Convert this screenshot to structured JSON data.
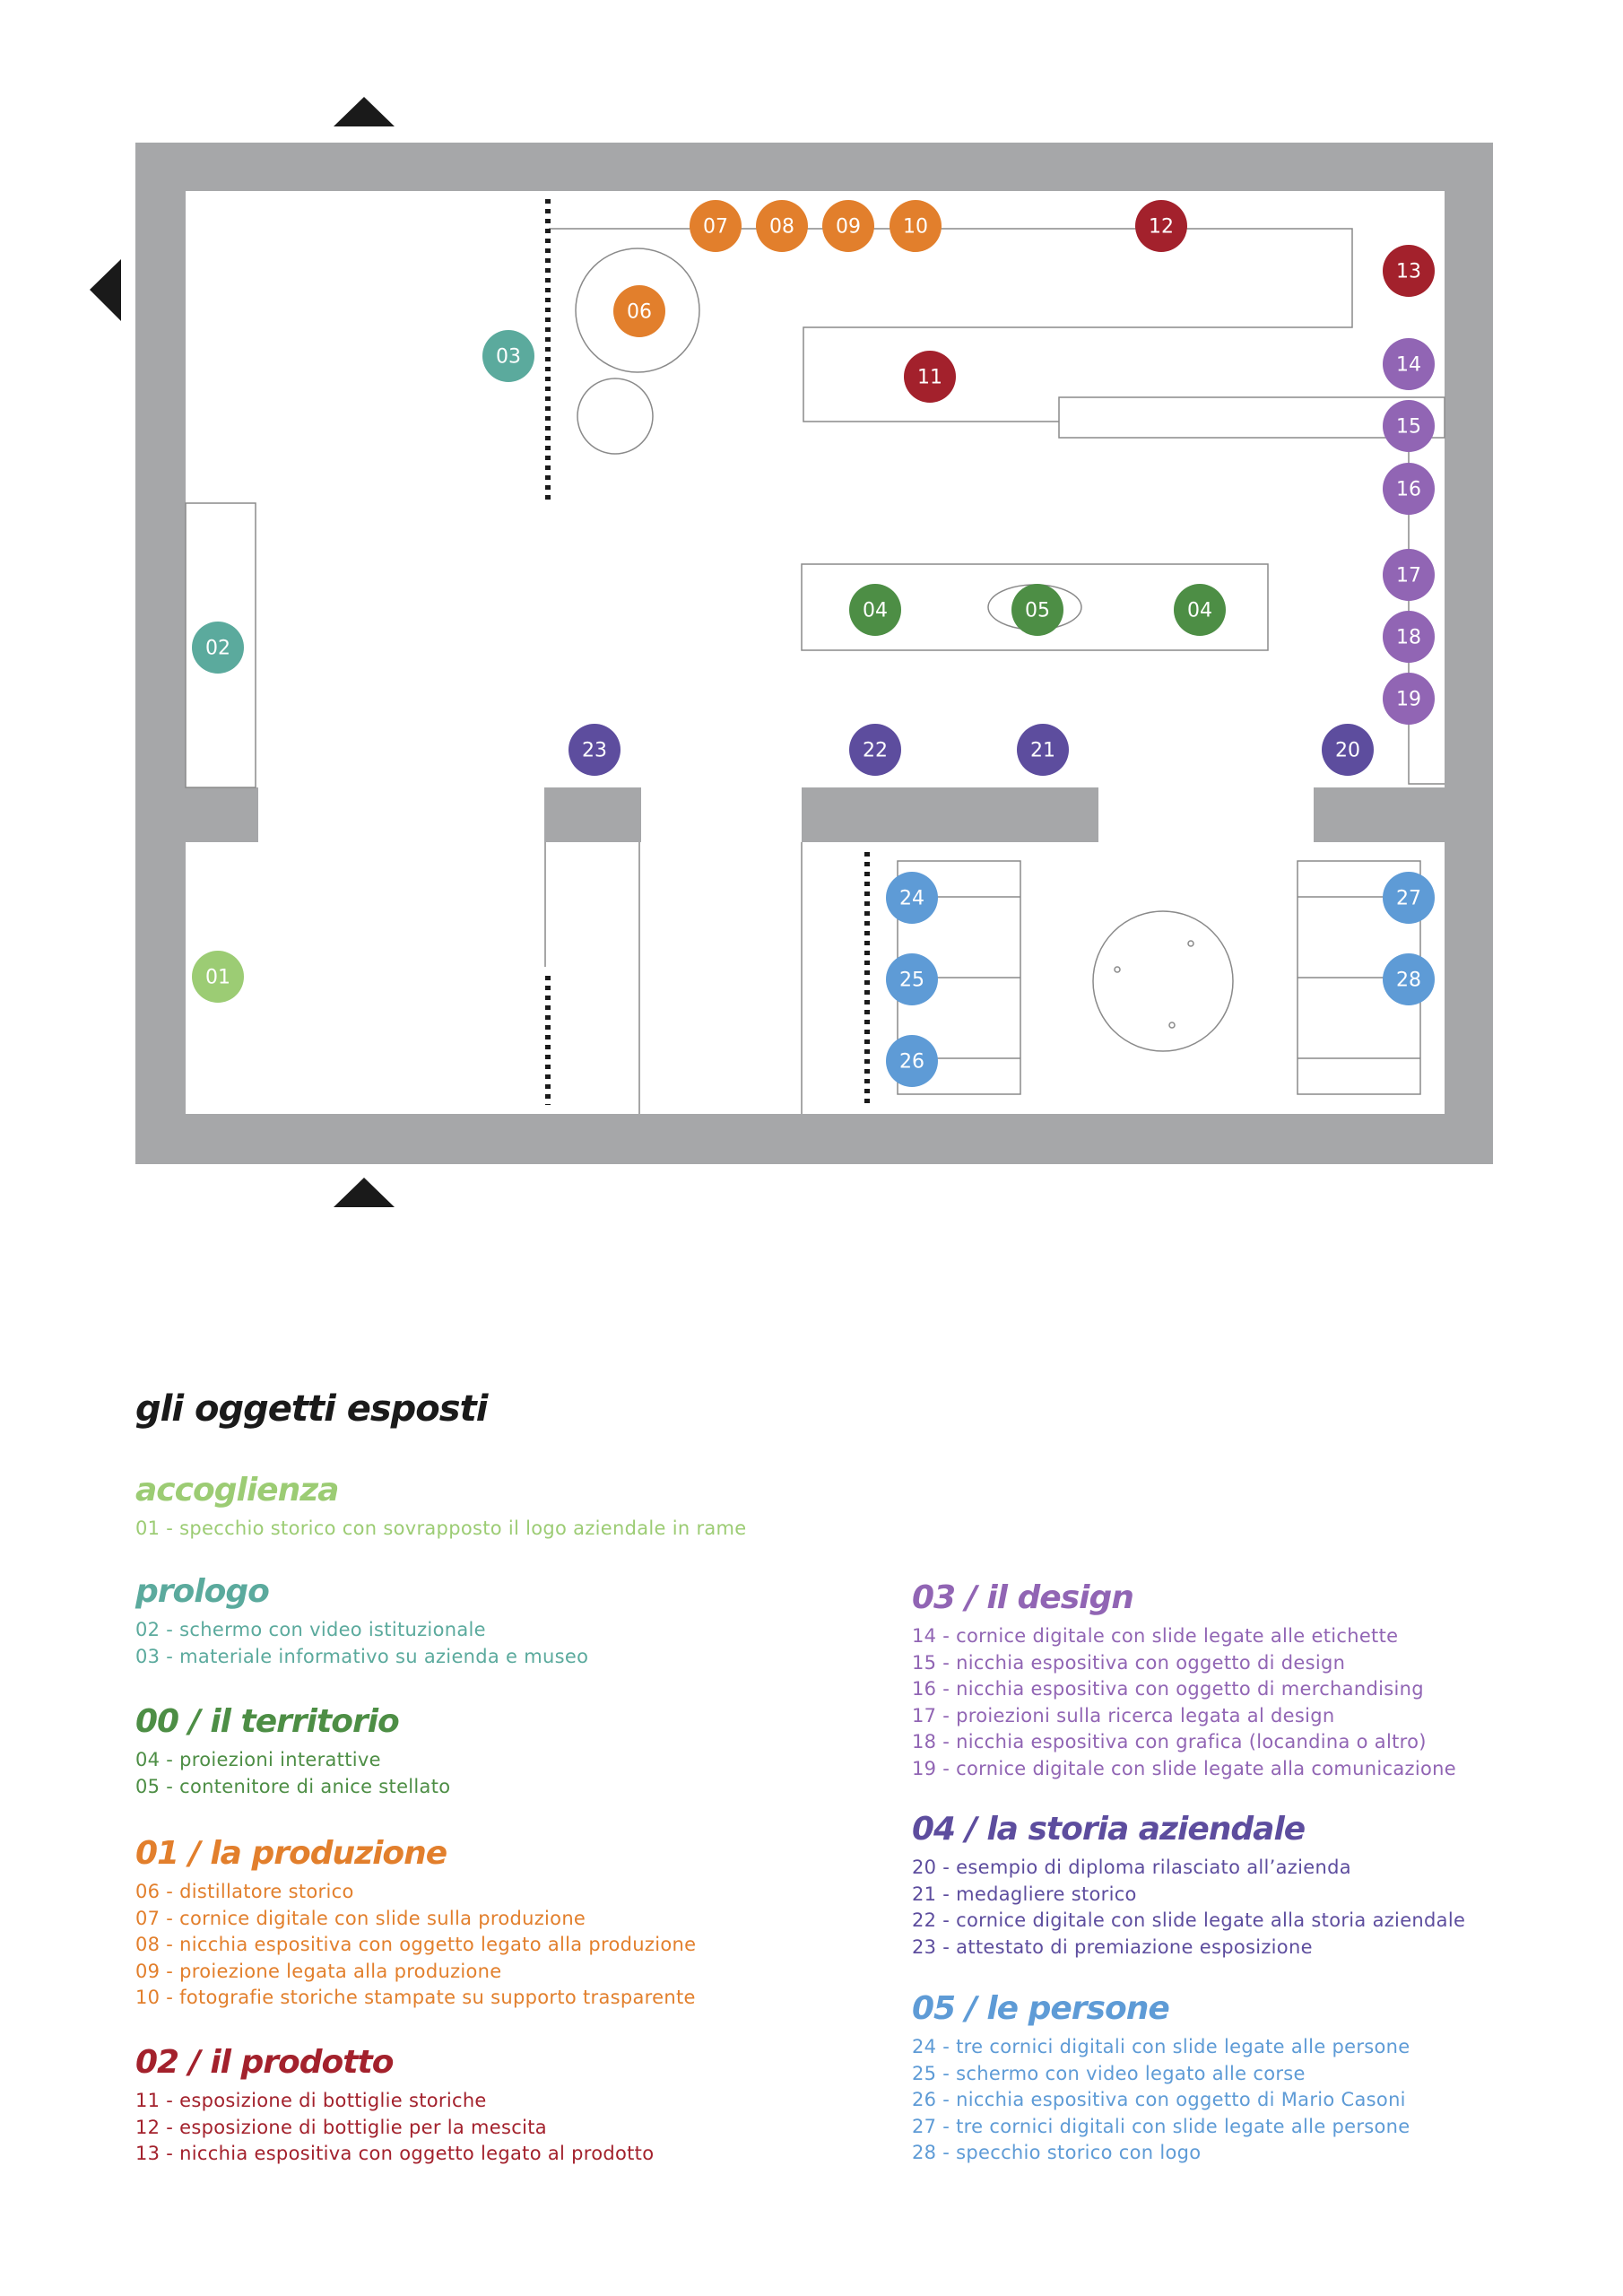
{
  "colors": {
    "accoglienza": "#9ccc74",
    "prologo": "#5baa9d",
    "territorio": "#4d8e45",
    "produzione": "#e27f2c",
    "prodotto": "#a3212c",
    "design": "#9165b4",
    "storia": "#5d4d9e",
    "persone": "#5e9bd6",
    "wall": "#a6a7a9"
  },
  "floorplan": {
    "markers": [
      {
        "num": "01",
        "group": "accoglienza"
      },
      {
        "num": "02",
        "group": "prologo"
      },
      {
        "num": "03",
        "group": "prologo"
      },
      {
        "num": "04",
        "group": "territorio"
      },
      {
        "num": "05",
        "group": "territorio"
      },
      {
        "num": "04",
        "group": "territorio"
      },
      {
        "num": "06",
        "group": "produzione"
      },
      {
        "num": "07",
        "group": "produzione"
      },
      {
        "num": "08",
        "group": "produzione"
      },
      {
        "num": "09",
        "group": "produzione"
      },
      {
        "num": "10",
        "group": "produzione"
      },
      {
        "num": "11",
        "group": "prodotto"
      },
      {
        "num": "12",
        "group": "prodotto"
      },
      {
        "num": "13",
        "group": "prodotto"
      },
      {
        "num": "14",
        "group": "design"
      },
      {
        "num": "15",
        "group": "design"
      },
      {
        "num": "16",
        "group": "design"
      },
      {
        "num": "17",
        "group": "design"
      },
      {
        "num": "18",
        "group": "design"
      },
      {
        "num": "19",
        "group": "design"
      },
      {
        "num": "20",
        "group": "storia"
      },
      {
        "num": "21",
        "group": "storia"
      },
      {
        "num": "22",
        "group": "storia"
      },
      {
        "num": "23",
        "group": "storia"
      },
      {
        "num": "24",
        "group": "persone"
      },
      {
        "num": "25",
        "group": "persone"
      },
      {
        "num": "26",
        "group": "persone"
      },
      {
        "num": "27",
        "group": "persone"
      },
      {
        "num": "28",
        "group": "persone"
      }
    ]
  },
  "legend": {
    "title": "gli oggetti esposti",
    "sections": [
      {
        "key": "accoglienza",
        "title": "accoglienza",
        "items": [
          "01 - specchio storico con sovrapposto il logo aziendale in rame"
        ]
      },
      {
        "key": "prologo",
        "title": "prologo",
        "items": [
          "02 - schermo con video istituzionale",
          "03 - materiale informativo su azienda e museo"
        ]
      },
      {
        "key": "territorio",
        "title": "00 / il territorio",
        "items": [
          "04 - proiezioni interattive",
          "05 - contenitore di anice stellato"
        ]
      },
      {
        "key": "produzione",
        "title": "01 / la produzione",
        "items": [
          "06 - distillatore storico",
          "07 - cornice digitale con slide sulla produzione",
          "08 - nicchia espositiva con oggetto legato alla produzione",
          "09 - proiezione legata alla produzione",
          "10 - fotografie storiche stampate su supporto trasparente"
        ]
      },
      {
        "key": "prodotto",
        "title": "02 / il prodotto",
        "items": [
          "11 - esposizione di bottiglie storiche",
          "12 - esposizione di bottiglie per la mescita",
          "13 - nicchia espositiva con oggetto legato al prodotto"
        ]
      },
      {
        "key": "design",
        "title": "03 / il design",
        "items": [
          "14 - cornice digitale con slide legate alle etichette",
          "15 - nicchia espositiva con oggetto di design",
          "16 - nicchia espositiva con oggetto di merchandising",
          "17 - proiezioni sulla ricerca legata al design",
          "18 - nicchia espositiva con grafica (locandina o altro)",
          "19 - cornice digitale con slide legate alla comunicazione"
        ]
      },
      {
        "key": "storia",
        "title": "04 / la storia aziendale",
        "items": [
          "20 - esempio di diploma rilasciato all’azienda",
          "21 - medagliere storico",
          "22 - cornice digitale con slide legate alla storia aziendale",
          "23 - attestato di premiazione esposizione"
        ]
      },
      {
        "key": "persone",
        "title": "05 / le persone",
        "items": [
          "24 - tre cornici digitali con slide legate alle persone",
          "25 - schermo con video legato alle corse",
          "26 - nicchia espositiva con oggetto di Mario Casoni",
          "27 - tre cornici digitali con slide legate alle persone",
          "28 - specchio storico con logo"
        ]
      }
    ]
  }
}
